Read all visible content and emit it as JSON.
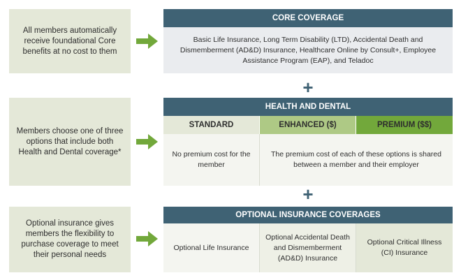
{
  "colors": {
    "header_bg": "#3f6274",
    "left_box_bg": "#e4e8d8",
    "arrow": "#72a83b",
    "standard_bg": "#e4e8d8",
    "enhanced_bg": "#aec985",
    "premium_bg": "#72a83b"
  },
  "rows": [
    {
      "left_text": "All members automatically receive foundational Core benefits at no cost to them",
      "header": "CORE COVERAGE",
      "body": "Basic Life Insurance, Long Term Disability (LTD), Accidental Death and Dismemberment (AD&D) Insurance, Healthcare Online by Consult+, Employee Assistance Program (EAP), and Teladoc"
    },
    {
      "left_text": "Members choose one of three options that include both Health and Dental coverage*",
      "header": "HEALTH AND DENTAL",
      "tiers": [
        "STANDARD",
        "ENHANCED ($)",
        "PREMIUM ($$)"
      ],
      "standard_text": "No premium cost for the member",
      "shared_text": "The premium cost of each of these options is shared between a member and their employer"
    },
    {
      "left_text": "Optional insurance gives members the flexibility to purchase coverage to meet their personal needs",
      "header": "OPTIONAL INSURANCE COVERAGES",
      "options": [
        "Optional Life Insurance",
        "Optional Accidental Death and Dismemberment (AD&D) Insurance",
        "Optional Critical Illness (CI) Insurance"
      ]
    }
  ],
  "plus_symbol": "+",
  "icons": {
    "arrow": "right-arrow-icon",
    "plus": "plus-icon"
  }
}
